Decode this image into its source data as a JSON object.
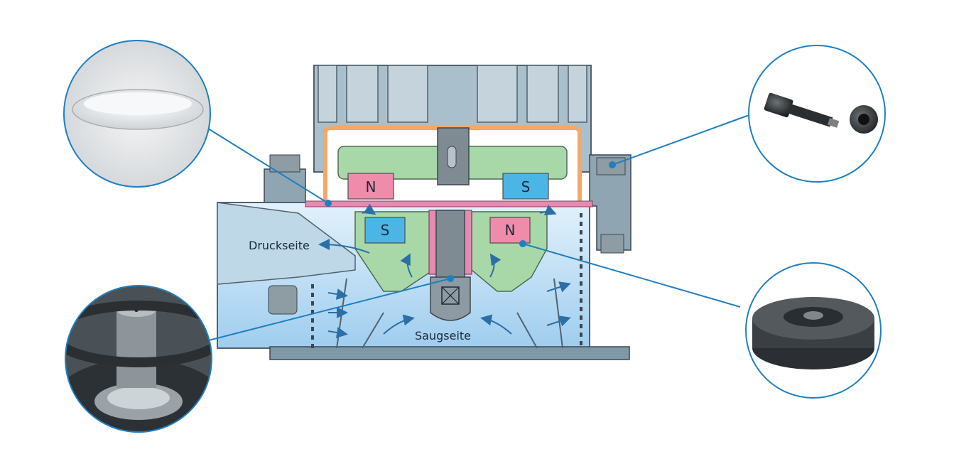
{
  "labels": {
    "pressure_side": "Druckseite",
    "suction_side": "Saugseite"
  },
  "magnets": {
    "upper_left": "N",
    "upper_right": "S",
    "lower_left": "S",
    "lower_right": "N"
  },
  "colors": {
    "leader_line": "#1f7fc0",
    "housing": "#b7c9d4",
    "fluid": "#cde6f6",
    "rotor_green": "#a8d8a8",
    "magnet_pink": "#f08cab",
    "magnet_blue": "#4bb6e6",
    "separation_plate": "#e58ab0",
    "can_orange": "#f2a86a"
  },
  "icons": [
    "ceramic-disc-photo",
    "bolt-and-nut-photo",
    "impeller-bearing-photo",
    "shaft-photo"
  ]
}
